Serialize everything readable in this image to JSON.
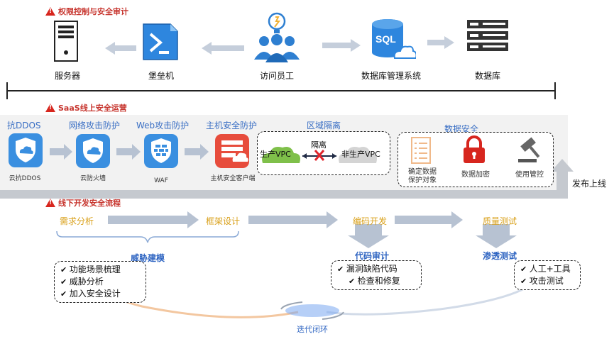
{
  "sections": {
    "top": "权限控制与安全审计",
    "saas": "SaaS线上安全运营",
    "offline": "线下开发安全流程"
  },
  "top_flow": {
    "server": "服务器",
    "bastion": "堡垒机",
    "staff": "访问员工",
    "dbms": "数据库管理系统",
    "database": "数据库",
    "sql_text": "SQL"
  },
  "saas_flow": {
    "ddos_title": "抗DDOS",
    "ddos_caption": "云抗DDOS",
    "network_title": "网络攻击防护",
    "network_caption": "云防火墙",
    "web_title": "Web攻击防护",
    "web_caption": "WAF",
    "host_title": "主机安全防护",
    "host_caption": "主机安全客户端",
    "isolation_title": "区域隔离",
    "prod_vpc": "生产VPC",
    "isolation_label": "隔离",
    "nonprod_vpc": "非生产VPC",
    "data_title": "数据安全",
    "data_items": [
      "确定数据\n保护对象",
      "数据加密",
      "使用管控"
    ],
    "release": "发布上线"
  },
  "offline_flow": {
    "steps": [
      "需求分析",
      "框架设计",
      "编码开发",
      "质量测试"
    ],
    "threat_modeling": "威胁建模",
    "threat_items": [
      "功能场景梳理",
      "威胁分析",
      "加入安全设计"
    ],
    "code_audit": "代码审计",
    "code_items": [
      "漏洞缺陷代码",
      "检查和修复"
    ],
    "pentest": "渗透测试",
    "pentest_items": [
      "人工+工具",
      "攻击测试"
    ],
    "loop": "迭代闭环"
  },
  "colors": {
    "accent_red": "#c7352e",
    "blue_title": "#3a6fc4",
    "gold": "#d9a019",
    "icon_blue": "#2e7fd1",
    "cloud_green": "#7fc04a",
    "arrow_gray": "#b7c2d2"
  }
}
